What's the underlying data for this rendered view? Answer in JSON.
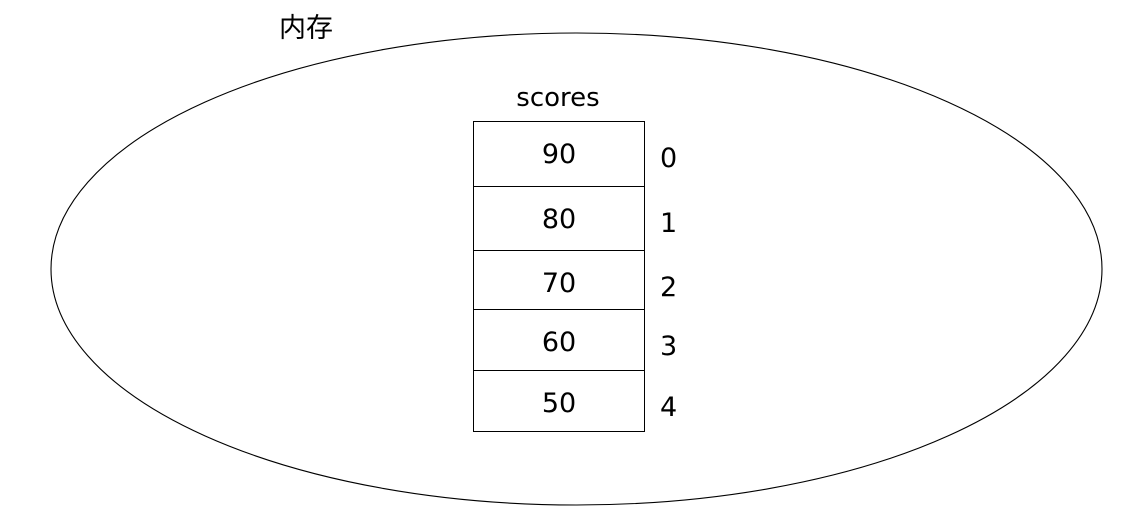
{
  "diagram": {
    "memory_label": "内存",
    "array": {
      "name": "scores",
      "cells": [
        {
          "value": "90",
          "index": "0"
        },
        {
          "value": "80",
          "index": "1"
        },
        {
          "value": "70",
          "index": "2"
        },
        {
          "value": "60",
          "index": "3"
        },
        {
          "value": "50",
          "index": "4"
        }
      ]
    }
  },
  "colors": {
    "stroke": "#000000",
    "background": "#ffffff",
    "text": "#000000"
  }
}
